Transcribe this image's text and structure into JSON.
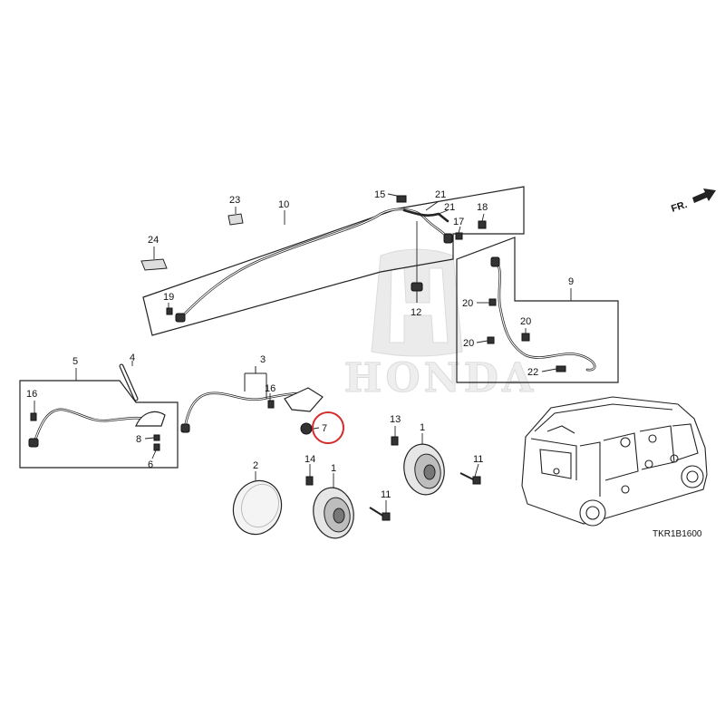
{
  "diagram_code": "TKR1B1600",
  "front_indicator": "FR.",
  "watermark": {
    "brand": "HONDA",
    "emblem": "H"
  },
  "highlight_color": "#d62b2b",
  "callouts": {
    "c1a": "1",
    "c1b": "1",
    "c2": "2",
    "c3": "3",
    "c5": "5",
    "c4": "4",
    "c6": "6",
    "c7": "7",
    "c8": "8",
    "c9": "9",
    "c10": "10",
    "c11a": "11",
    "c11b": "11",
    "c12": "12",
    "c13": "13",
    "c14": "14",
    "c15": "15",
    "c16a": "16",
    "c16b": "16",
    "c17": "17",
    "c18": "18",
    "c19": "19",
    "c20a": "20",
    "c20b": "20",
    "c20c": "20",
    "c21a": "21",
    "c21b": "21",
    "c22": "22",
    "c23": "23",
    "c24": "24"
  },
  "highlighted_part": "7"
}
